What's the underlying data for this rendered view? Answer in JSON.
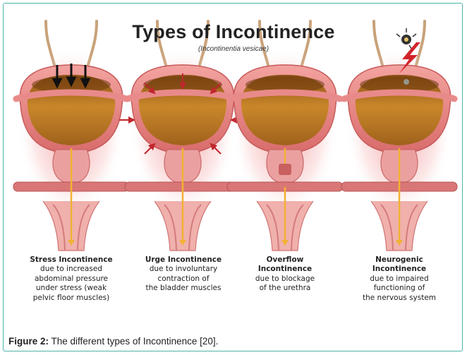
{
  "title": "Types of Incontinence",
  "subtitle": "(Incontinentia vesicae)",
  "types": [
    {
      "heading": "Stress Incontinence",
      "heading2": "",
      "desc": [
        "due to increased",
        "abdominal pressure",
        "under stress (weak",
        "pelvic floor muscles)"
      ]
    },
    {
      "heading": "Urge Incontinence",
      "heading2": "",
      "desc": [
        "due to involuntary",
        "contraction of",
        "the bladder muscles"
      ]
    },
    {
      "heading": "Overflow",
      "heading2": "Incontinence",
      "desc": [
        "due to blockage",
        "of the urethra"
      ]
    },
    {
      "heading": "Neurogenic",
      "heading2": "Incontinence",
      "desc": [
        "due to impaired",
        "functioning of",
        "the nervous system"
      ]
    }
  ],
  "caption": {
    "label": "Figure 2:",
    "text": " The different types of Incontinence [20]."
  },
  "colors": {
    "border": "#4fb3a9",
    "tissue": "#e58a8a",
    "urine": "#b8791f",
    "arrow": "#c0272d",
    "urethra_line": "#f2b233"
  }
}
